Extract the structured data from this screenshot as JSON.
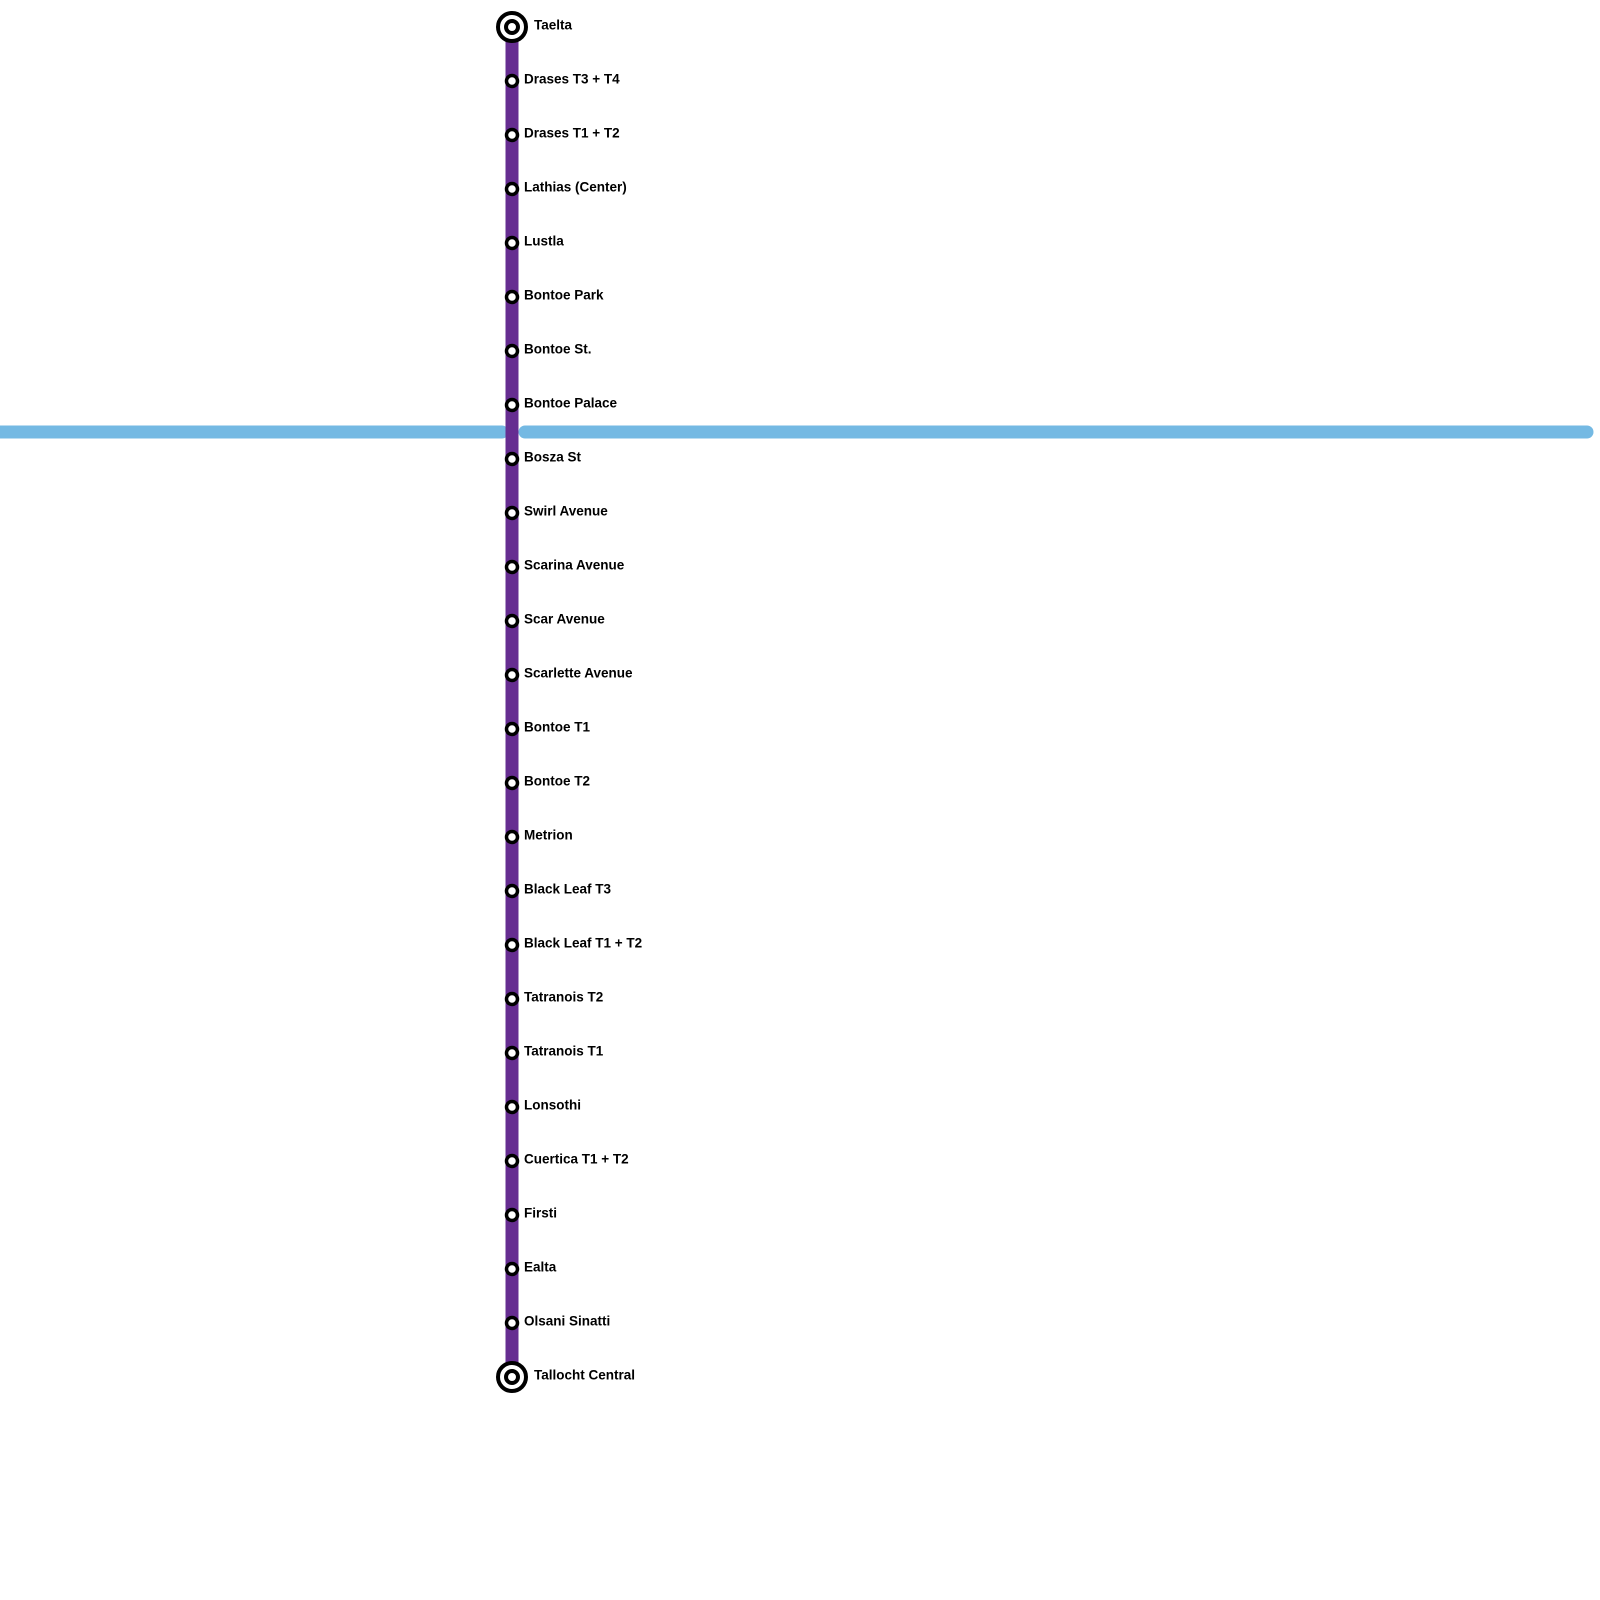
{
  "colors": {
    "purple_line": "#662d91",
    "blue_line": "#74b9e3",
    "station_stroke": "#000000",
    "station_fill": "#ffffff",
    "label": "#000000"
  },
  "lines": [
    {
      "id": "purple",
      "color": "#662d91",
      "orientation": "vertical"
    },
    {
      "id": "blue",
      "color": "#74b9e3",
      "orientation": "horizontal"
    }
  ],
  "stations": [
    {
      "name": "Taelta",
      "type": "terminus"
    },
    {
      "name": "Drases T3 + T4",
      "type": "stop"
    },
    {
      "name": "Drases T1 + T2",
      "type": "stop"
    },
    {
      "name": "Lathias (Center)",
      "type": "stop"
    },
    {
      "name": "Lustla",
      "type": "stop"
    },
    {
      "name": "Bontoe Park",
      "type": "stop"
    },
    {
      "name": "Bontoe St.",
      "type": "stop"
    },
    {
      "name": "Bontoe Palace",
      "type": "stop"
    },
    {
      "name": "Bosza St",
      "type": "stop"
    },
    {
      "name": "Swirl Avenue",
      "type": "stop"
    },
    {
      "name": "Scarina Avenue",
      "type": "stop"
    },
    {
      "name": "Scar Avenue",
      "type": "stop"
    },
    {
      "name": "Scarlette Avenue",
      "type": "stop"
    },
    {
      "name": "Bontoe T1",
      "type": "stop"
    },
    {
      "name": "Bontoe T2",
      "type": "stop"
    },
    {
      "name": "Metrion",
      "type": "stop"
    },
    {
      "name": "Black Leaf T3",
      "type": "stop"
    },
    {
      "name": "Black Leaf T1 + T2",
      "type": "stop"
    },
    {
      "name": "Tatranois T2",
      "type": "stop"
    },
    {
      "name": "Tatranois T1",
      "type": "stop"
    },
    {
      "name": "Lonsothi",
      "type": "stop"
    },
    {
      "name": "Cuertica T1 + T2",
      "type": "stop"
    },
    {
      "name": "Firsti",
      "type": "stop"
    },
    {
      "name": "Ealta",
      "type": "stop"
    },
    {
      "name": "Olsani Sinatti",
      "type": "stop"
    },
    {
      "name": "Tallocht Central",
      "type": "terminus"
    }
  ]
}
